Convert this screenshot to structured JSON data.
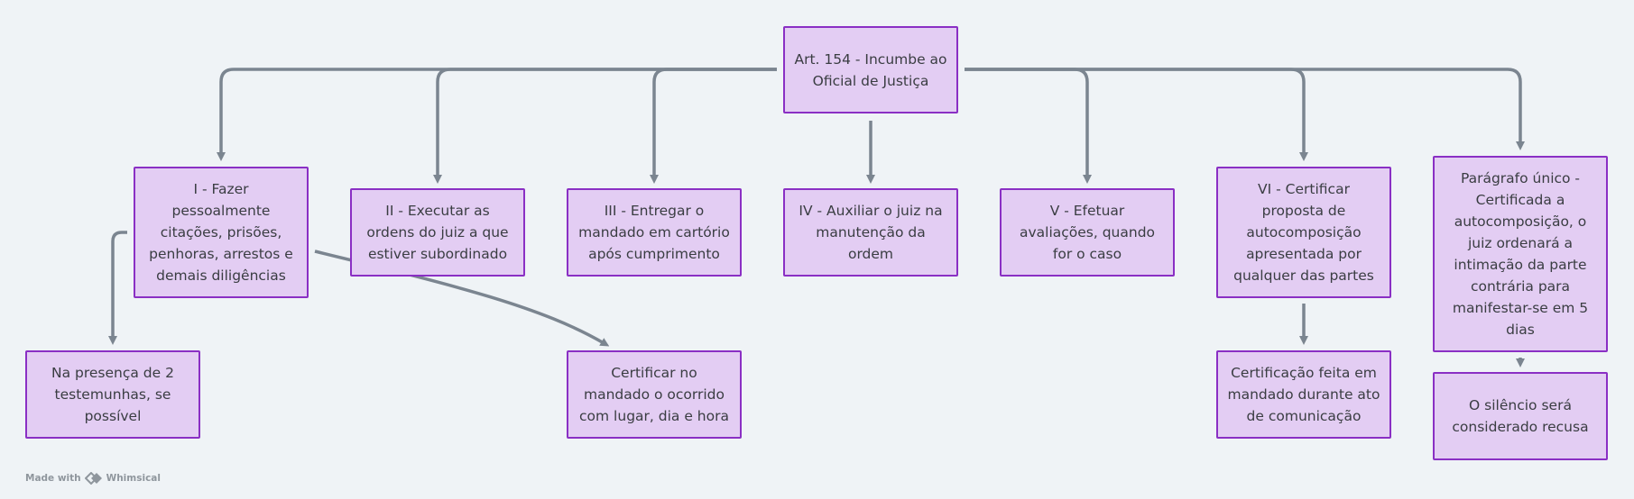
{
  "diagram": {
    "root": "Art. 154 - Incumbe ao Oficial de Justiça",
    "items": [
      "I - Fazer pessoalmente citações, prisões, penhoras, arrestos e demais diligências",
      "II - Executar as ordens do juiz a que estiver subordinado",
      "III - Entregar o mandado em cartório após cumprimento",
      "IV - Auxiliar o juiz na manutenção da ordem",
      "V - Efetuar avaliações, quando for o caso",
      "VI - Certificar proposta de autocomposição apresentada por qualquer das partes",
      "Parágrafo único - Certificada a autocomposição, o juiz ordenará a intimação da parte contrária para manifestar-se em 5 dias"
    ],
    "sub_items": [
      "Na presença de 2 testemunhas, se possível",
      "Certificar no mandado o ocorrido com lugar, dia e hora",
      "Certificação feita em mandado durante ato de comunicação",
      "O silêncio será considerado recusa"
    ]
  },
  "watermark": {
    "prefix": "Made with",
    "brand": "Whimsical"
  },
  "colors": {
    "node_fill": "#e3cdf3",
    "node_border": "#8a2fc4",
    "connector": "#7b8590",
    "background": "#eff3f6"
  }
}
